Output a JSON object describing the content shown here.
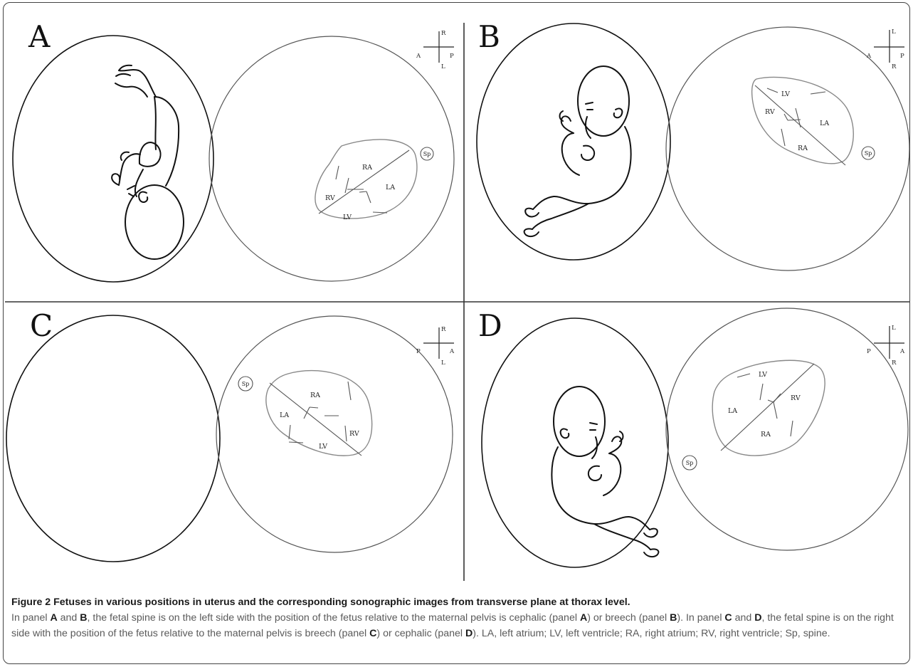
{
  "figure": {
    "panels": [
      {
        "letter": "A",
        "orientation": {
          "top": "R",
          "bottom": "L",
          "left": "A",
          "right": "P"
        },
        "chambers": {
          "ra": "RA",
          "la": "LA",
          "rv": "RV",
          "lv": "LV"
        },
        "spine": "Sp"
      },
      {
        "letter": "B",
        "orientation": {
          "top": "L",
          "bottom": "R",
          "left": "A",
          "right": "P"
        },
        "chambers": {
          "lv": "LV",
          "la": "LA",
          "rv": "RV",
          "ra": "RA"
        },
        "spine": "Sp"
      },
      {
        "letter": "C",
        "orientation": {
          "top": "R",
          "bottom": "L",
          "left": "P",
          "right": "A"
        },
        "chambers": {
          "ra": "RA",
          "la": "LA",
          "rv": "RV",
          "lv": "LV"
        },
        "spine": "Sp"
      },
      {
        "letter": "D",
        "orientation": {
          "top": "L",
          "bottom": "R",
          "left": "P",
          "right": "A"
        },
        "chambers": {
          "lv": "LV",
          "la": "LA",
          "rv": "RV",
          "ra": "RA"
        },
        "spine": "Sp"
      }
    ]
  },
  "caption": {
    "title": "Figure 2 Fetuses in various positions in uterus and the corresponding sonographic images from transverse plane at thorax level.",
    "parts": [
      {
        "t": "In panel ",
        "b": false
      },
      {
        "t": "A",
        "b": true
      },
      {
        "t": " and ",
        "b": false
      },
      {
        "t": "B",
        "b": true
      },
      {
        "t": ", the fetal spine is on the left side with the position of the fetus relative to the maternal pelvis is cephalic (panel ",
        "b": false
      },
      {
        "t": "A",
        "b": true
      },
      {
        "t": ") or breech (panel ",
        "b": false
      },
      {
        "t": "B",
        "b": true
      },
      {
        "t": "). In panel ",
        "b": false
      },
      {
        "t": "C",
        "b": true
      },
      {
        "t": " and ",
        "b": false
      },
      {
        "t": "D",
        "b": true
      },
      {
        "t": ", the fetal spine is on the right side with the position of the fetus relative to the maternal pelvis is breech (panel ",
        "b": false
      },
      {
        "t": "C",
        "b": true
      },
      {
        "t": ") or cephalic (panel ",
        "b": false
      },
      {
        "t": "D",
        "b": true
      },
      {
        "t": "). LA, left atrium; LV, left ventricle; RA, right atrium; RV, right ventricle; Sp, spine.",
        "b": false
      }
    ]
  }
}
